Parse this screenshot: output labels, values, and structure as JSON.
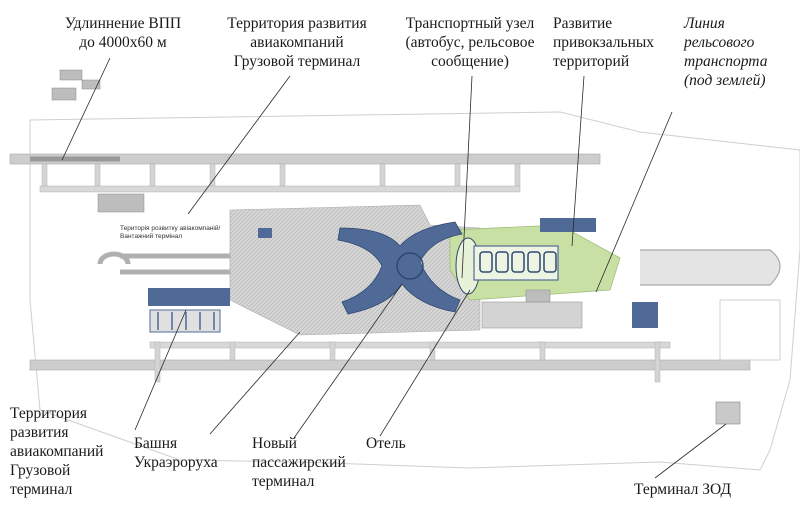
{
  "labels": {
    "runway_extension": "Удлиннение ВПП\nдо 4000х60 м",
    "airline_area_top": "Территория развития\nавиакомпаний\nГрузовой терминал",
    "transport_hub": "Транспортный узел\n(автобус, рельсовое\nсообщение)",
    "station_development": "Развитие\nпривокзальных\nтерриторий",
    "rail_line": "Линия\nрельсового\nтранспорта\n(под землей)",
    "airline_area_bottom": "Территория\nразвития\nавиакомпаний\nГрузовой\nтерминал",
    "tower": "Башня\nУкраэроруха",
    "new_terminal": "Новый\nпассажирский\nтерминал",
    "hotel": "Отель",
    "vip_terminal": "Терминал ЗОД",
    "small_note": "Територія розвитку авіакомпаній/\nВантажний термінал"
  },
  "colors": {
    "terminal_blue": "#4f6a96",
    "green_zone": "#c9e0a4",
    "asphalt": "#bdbdbd",
    "leader_line": "#2a2a2a"
  }
}
